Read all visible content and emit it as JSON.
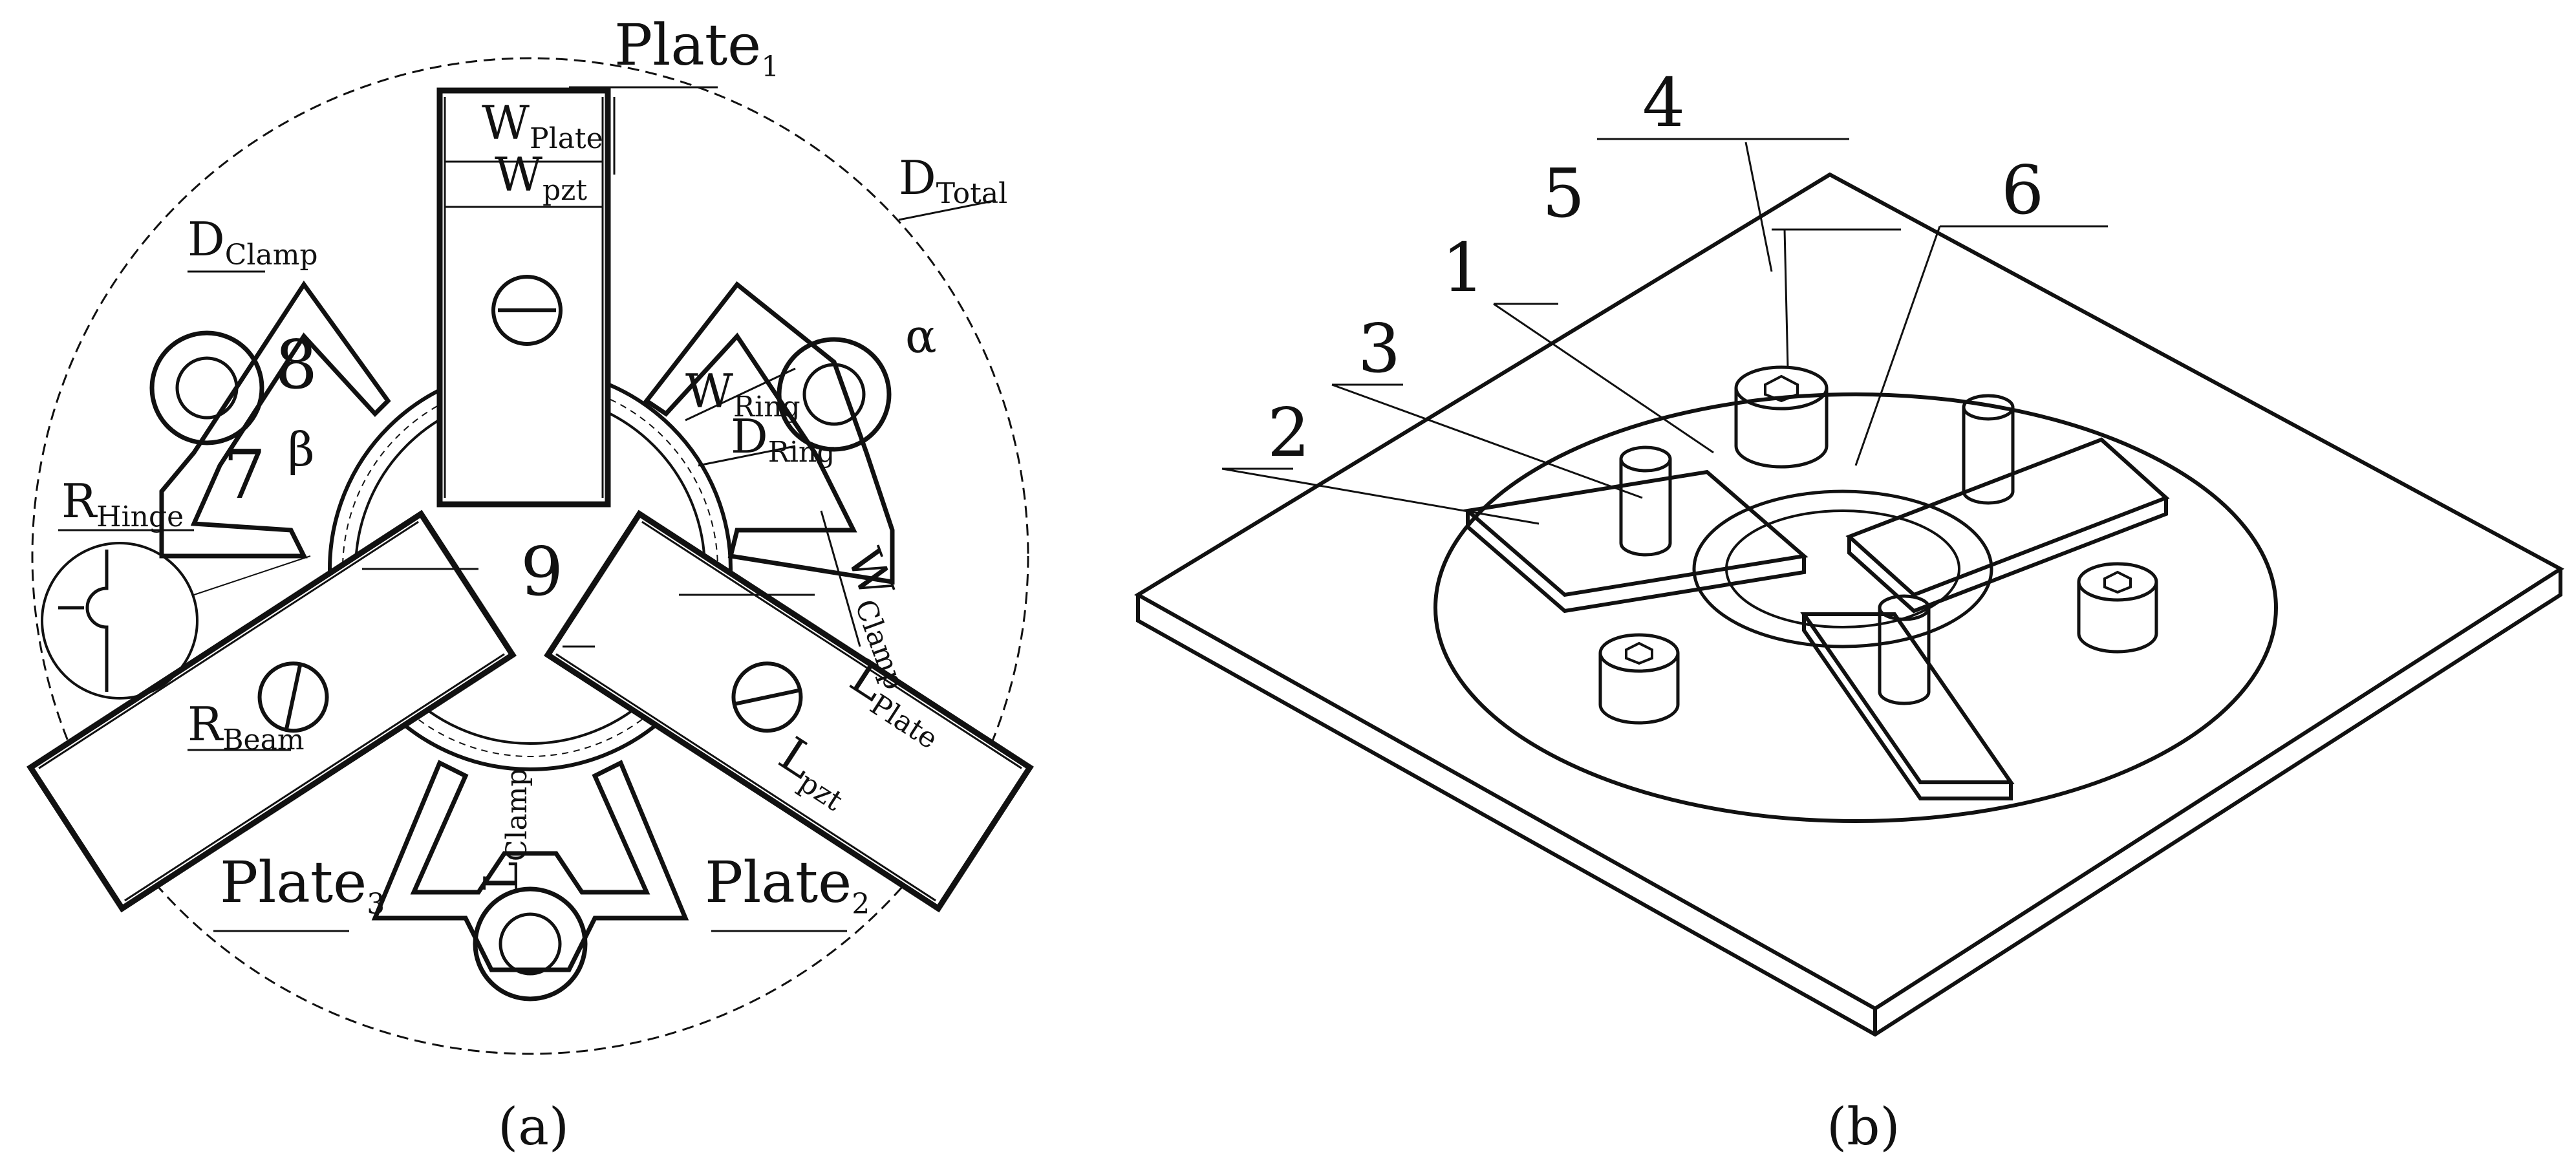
{
  "panel_a": {
    "caption": "(a)",
    "plates": [
      {
        "name": "Plate",
        "sub": "1"
      },
      {
        "name": "Plate",
        "sub": "2"
      },
      {
        "name": "Plate",
        "sub": "3"
      }
    ],
    "dims": [
      {
        "name": "W",
        "sub": "Plate"
      },
      {
        "name": "W",
        "sub": "pzt"
      },
      {
        "name": "D",
        "sub": "Total"
      },
      {
        "name": "D",
        "sub": "Clamp"
      },
      {
        "name": "W",
        "sub": "Ring"
      },
      {
        "name": "D",
        "sub": "Ring"
      },
      {
        "name": "W",
        "sub": "Clamp"
      },
      {
        "name": "R",
        "sub": "Hinge"
      },
      {
        "name": "R",
        "sub": "Beam"
      },
      {
        "name": "L",
        "sub": "Plate"
      },
      {
        "name": "L",
        "sub": "pzt"
      },
      {
        "name": "L",
        "sub": "Clamp"
      }
    ],
    "greek": [
      "α",
      "β"
    ],
    "part_numbers": [
      "8",
      "7",
      "9"
    ]
  },
  "panel_b": {
    "caption": "(b)",
    "part_numbers": [
      "1",
      "2",
      "3",
      "4",
      "5",
      "6"
    ]
  }
}
